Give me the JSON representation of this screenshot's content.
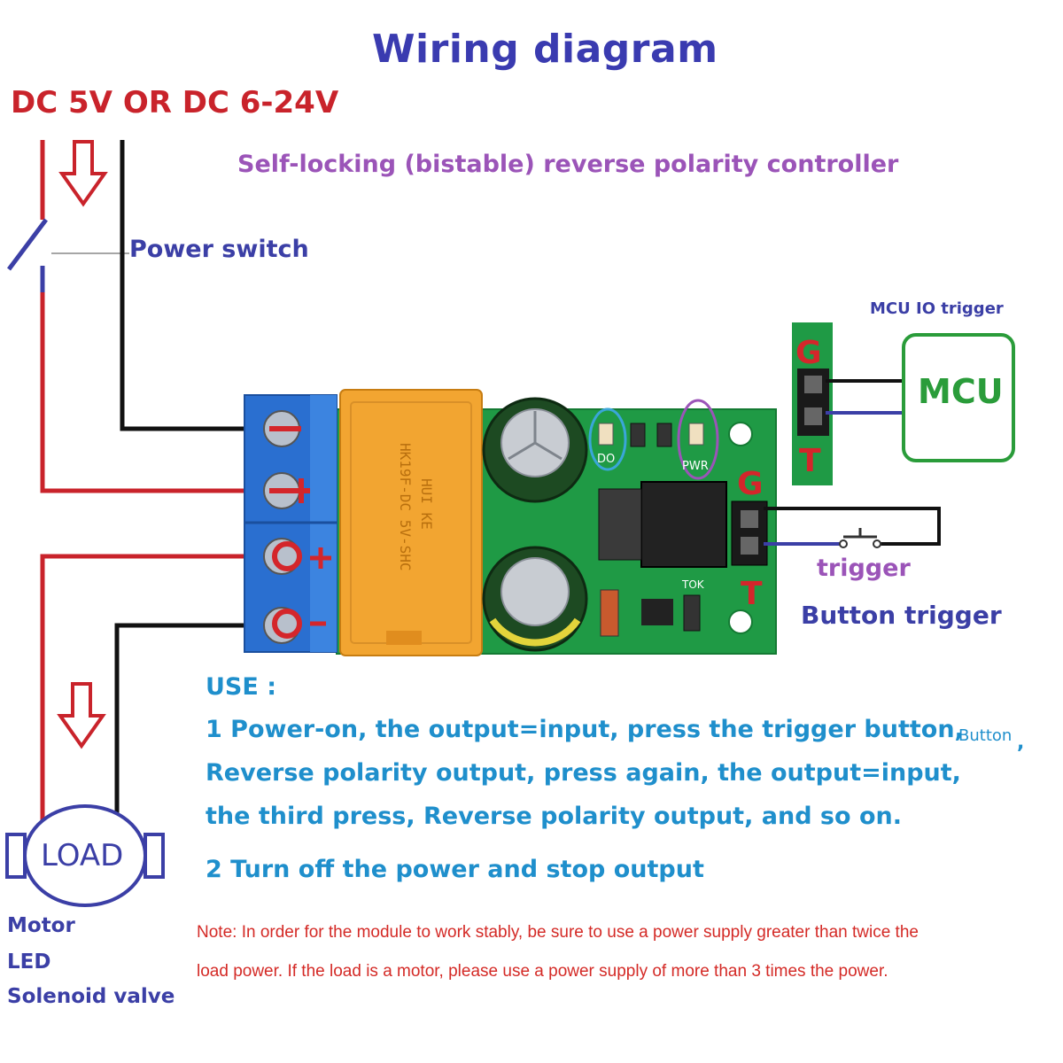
{
  "title": "Wiring diagram",
  "supply_label": "DC 5V OR DC 6-24V",
  "subtitle": "Self-locking (bistable) reverse polarity controller",
  "power_switch_label": "Power switch",
  "mcu": {
    "trigger_label": "MCU IO trigger",
    "box_label": "MCU",
    "pin_g": "G",
    "pin_t": "T"
  },
  "board": {
    "pin_g": "G",
    "pin_t": "T",
    "relay_text": [
      "HK19F-DC 5V-SHC",
      "HUI KE"
    ],
    "led_labels": [
      "DO",
      "PWR"
    ],
    "silk_label": "TOK"
  },
  "button": {
    "trigger_label": "trigger",
    "caption": "Button trigger"
  },
  "use": {
    "heading": "USE :",
    "line1": "1  Power-on, the output=input, press the trigger button,",
    "line1_extra": "Button",
    "line1_comma": ",",
    "line2": "Reverse polarity output, press again,  the output=input,",
    "line3": "the third press, Reverse polarity output, and so on.",
    "line4": "2 Turn off the power and stop output"
  },
  "note": {
    "line1": "Note: In order for the module to work stably, be sure to use a power supply greater than twice the",
    "line2": "load power. If the load is a motor, please use a power supply of more than 3 times the power."
  },
  "load": {
    "label": "LOAD",
    "examples": [
      "Motor",
      "LED",
      "Solenoid valve"
    ]
  },
  "colors": {
    "title": "#3a3bb0",
    "supply": "#c9232b",
    "subtitle": "#9b54b8",
    "use_text": "#1f8fcc",
    "note_text": "#d42a26",
    "wire_positive": "#c9232b",
    "wire_negative": "#111111",
    "mcu_green": "#2a9c3a",
    "pcb_green": "#1f9a45",
    "terminal_blue": "#2a6fd0",
    "relay_orange": "#f2a531"
  }
}
